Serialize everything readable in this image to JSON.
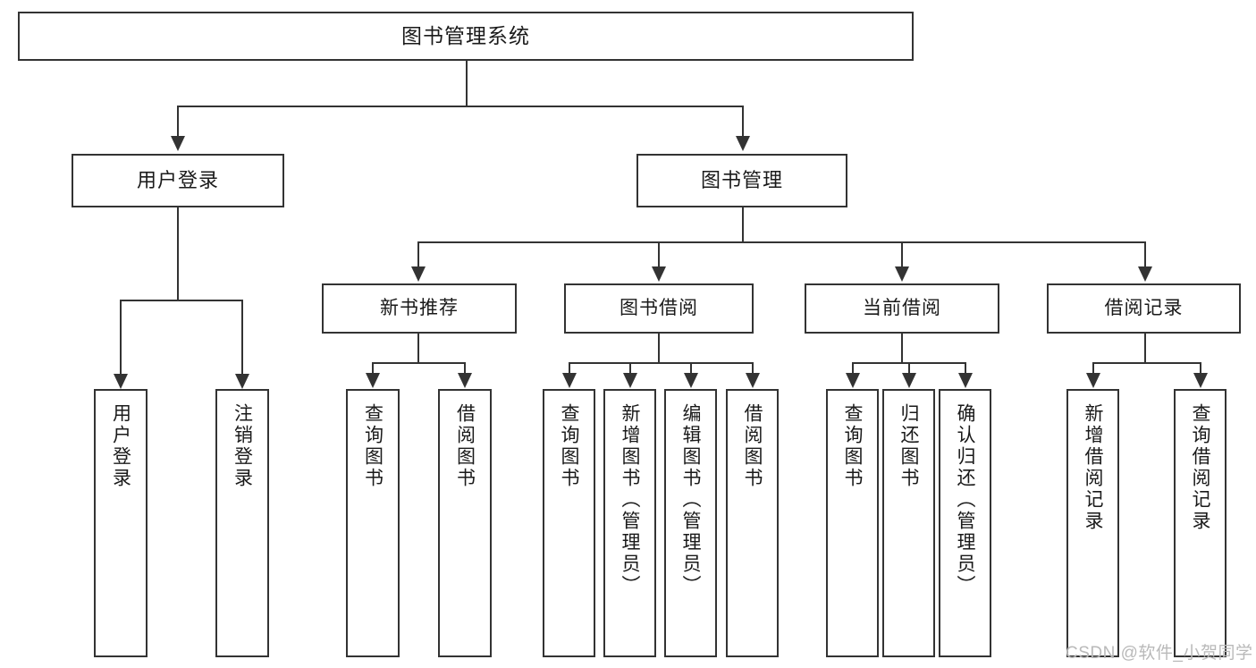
{
  "diagram": {
    "title": "图书管理系统",
    "watermark": "CSDN @软件_小贺同学",
    "colors": {
      "stroke": "#333333",
      "box_fill": "#ffffff",
      "text": "#1a1a1a",
      "watermark": "#b9b9b9",
      "background": "#ffffff"
    },
    "nodes": {
      "root": {
        "label": "图书管理系统"
      },
      "level2": [
        {
          "label": "用户登录"
        },
        {
          "label": "图书管理"
        }
      ],
      "level3": [
        {
          "label": "新书推荐"
        },
        {
          "label": "图书借阅"
        },
        {
          "label": "当前借阅"
        },
        {
          "label": "借阅记录"
        }
      ],
      "leaves": {
        "user_login": [
          {
            "label": "用户登录"
          },
          {
            "label": "注销登录"
          }
        ],
        "new_book_recommend": [
          {
            "label": "查询图书"
          },
          {
            "label": "借阅图书"
          }
        ],
        "book_borrow": [
          {
            "label": "查询图书"
          },
          {
            "label": "新增图书（管理员）"
          },
          {
            "label": "编辑图书（管理员）"
          },
          {
            "label": "借阅图书"
          }
        ],
        "current_borrow": [
          {
            "label": "查询图书"
          },
          {
            "label": "归还图书"
          },
          {
            "label": "确认归还（管理员）"
          }
        ],
        "borrow_record": [
          {
            "label": "新增借阅记录"
          },
          {
            "label": "查询借阅记录"
          }
        ]
      }
    }
  }
}
